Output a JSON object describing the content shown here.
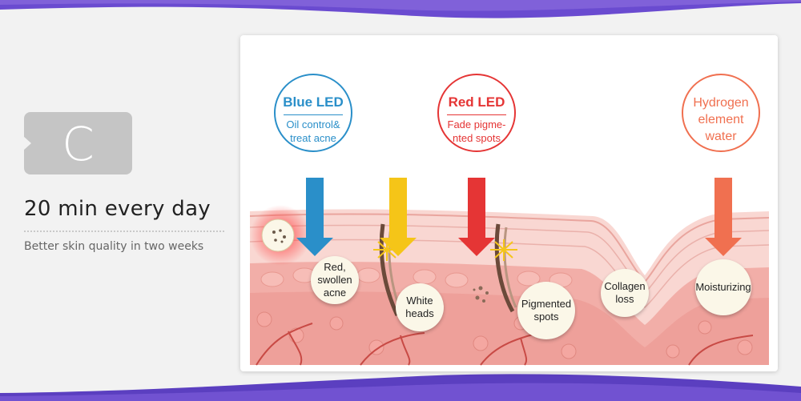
{
  "badge": {
    "letter": "C"
  },
  "headline": "20 min every day",
  "subline": "Better skin quality in two weeks",
  "leds": {
    "blue": {
      "title": "Blue LED",
      "desc": "Oil control&\ntreat acne",
      "color": "#2a8fc9"
    },
    "red": {
      "title": "Red LED",
      "desc": "Fade pigme-\nnted spots",
      "color": "#e53535"
    },
    "hydrogen": {
      "title": "Hydrogen\nelement\nwater",
      "color": "#f07050"
    }
  },
  "labels": {
    "acne": "Red,\nswollen\nacne",
    "whiteheads": "White\nheads",
    "pigmented": "Pigmented\nspots",
    "collagen": "Collagen\nloss",
    "moisturizing": "Moisturizing"
  },
  "colors": {
    "accent": "#5b3fc0",
    "skin": "#f6c8c4",
    "dermis": "#f1a9a4"
  }
}
